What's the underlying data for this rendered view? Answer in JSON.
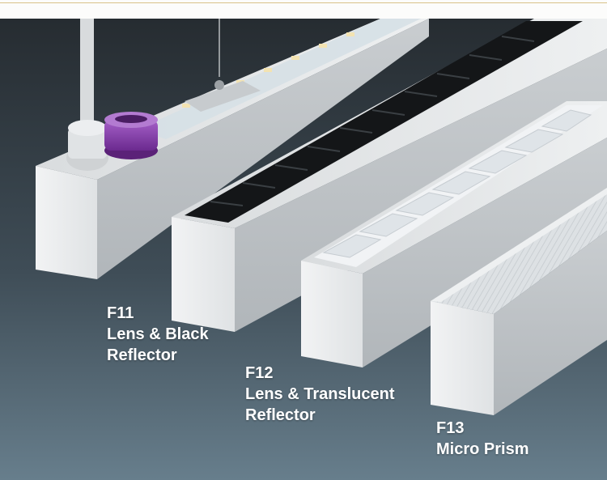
{
  "colors": {
    "background_top": "#2b3238",
    "background_bottom": "#627987",
    "fixture_white": "#e9ebec",
    "black_reflector": "#141618",
    "purple_connector": "#8a3fb0"
  },
  "products": [
    {
      "code": "F11",
      "name_line1": "Lens & Black",
      "name_line2": "Reflector"
    },
    {
      "code": "F12",
      "name_line1": "Lens & Translucent",
      "name_line2": "Reflector"
    },
    {
      "code": "F13",
      "name_line1": "Micro Prism",
      "name_line2": ""
    }
  ]
}
